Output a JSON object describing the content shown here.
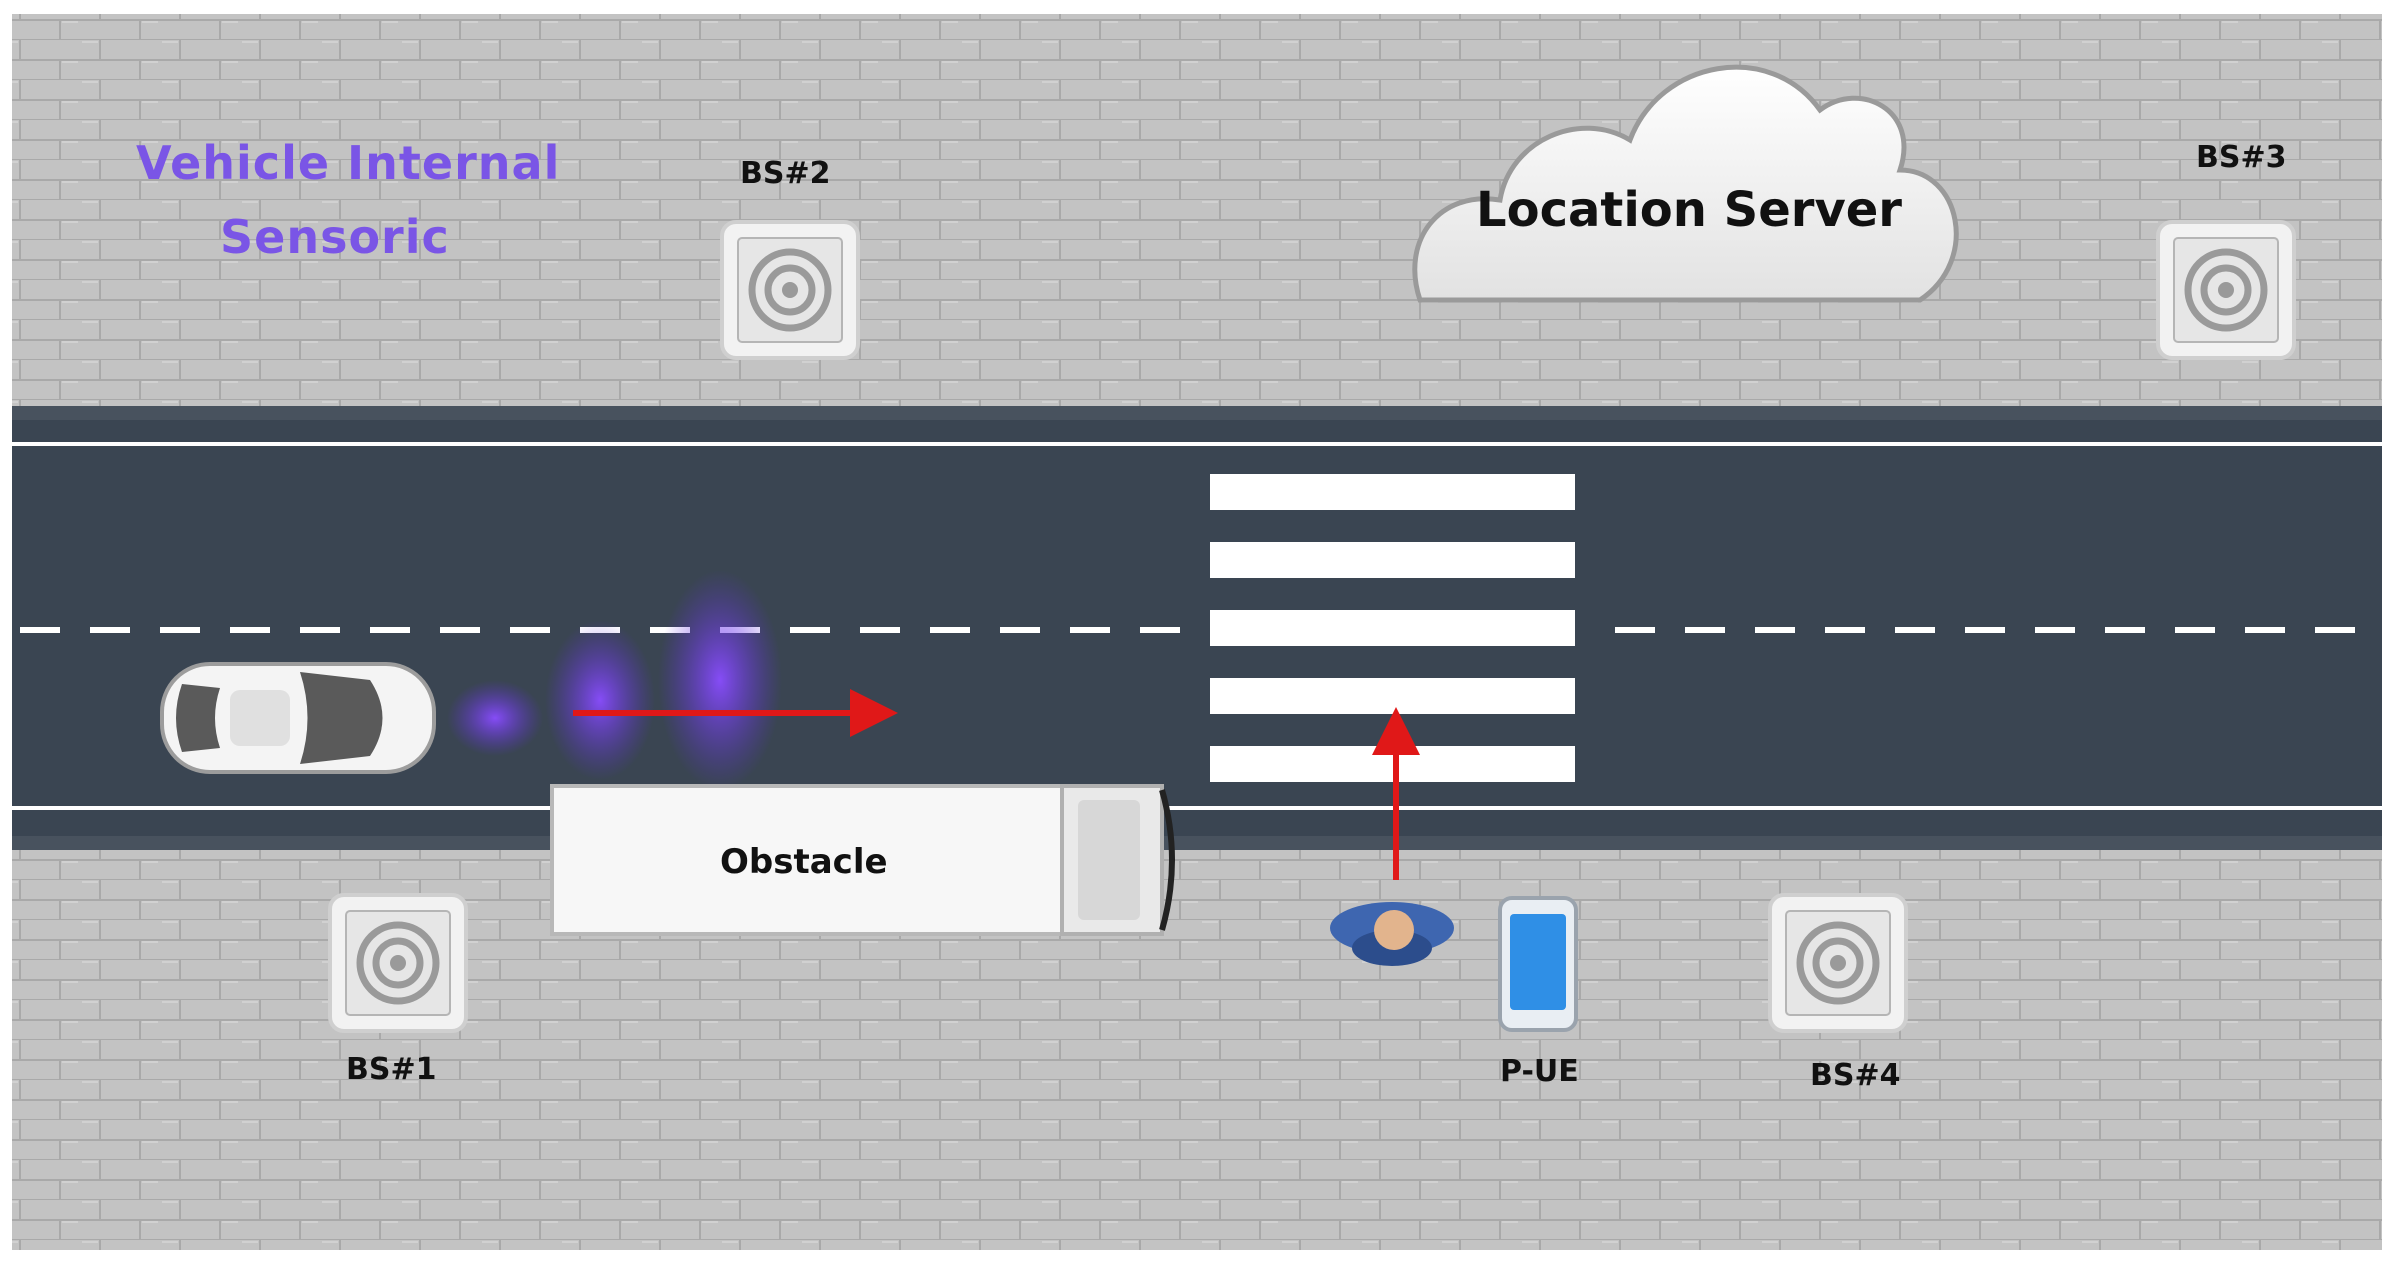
{
  "labels": {
    "vehicle_sensoric_line1": "Vehicle Internal",
    "vehicle_sensoric_line2": "Sensoric",
    "location_server": "Location Server",
    "obstacle": "Obstacle",
    "bs1": "BS#1",
    "bs2": "BS#2",
    "bs3": "BS#3",
    "bs4": "BS#4",
    "pue": "P-UE"
  },
  "colors": {
    "pavement": "#bdbdbd",
    "road": "#3a4552",
    "road_line": "#ffffff",
    "sensor_wave": "#7b3cff",
    "arrow": "#e01818",
    "sensoric_text": "#7a55e6",
    "phone": "#2f8fe6",
    "pedestrian": "#3e66b0"
  },
  "icons": {
    "base_station": "base-station-icon",
    "car": "car-icon",
    "truck": "truck-icon",
    "pedestrian": "pedestrian-icon",
    "phone": "smartphone-icon",
    "cloud": "cloud-icon"
  }
}
